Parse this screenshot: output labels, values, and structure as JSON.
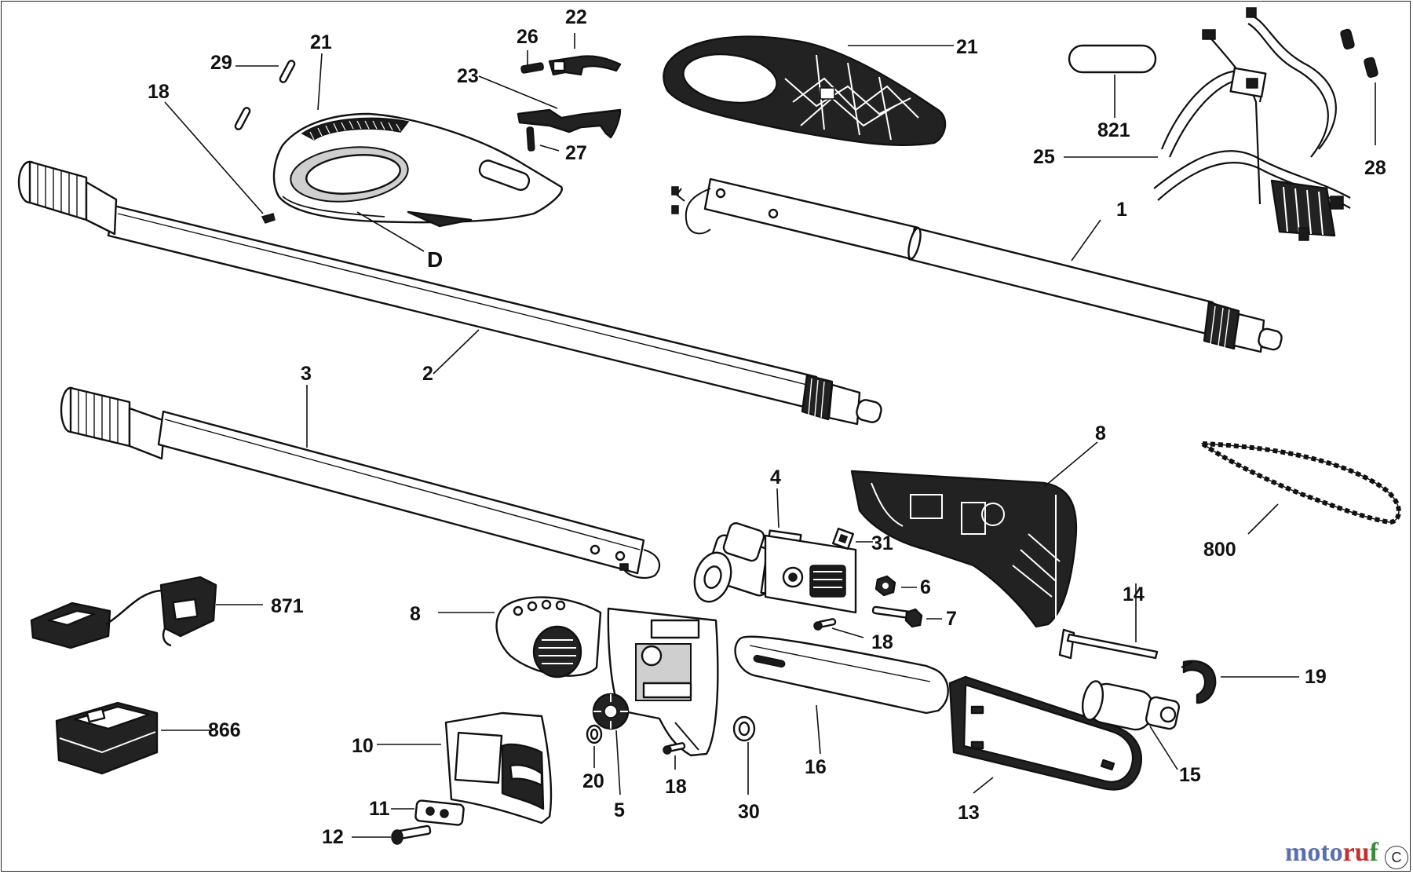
{
  "labels": {
    "l1": "1",
    "l2": "2",
    "l3": "3",
    "l4": "4",
    "l5": "5",
    "l6": "6",
    "l7": "7",
    "l8a": "8",
    "l8b": "8",
    "l10": "10",
    "l11": "11",
    "l12": "12",
    "l13": "13",
    "l14": "14",
    "l15": "15",
    "l16": "16",
    "l18a": "18",
    "l18b": "18",
    "l18c": "18",
    "l19": "19",
    "l20": "20",
    "l21a": "21",
    "l21b": "21",
    "l22": "22",
    "l23": "23",
    "l25": "25",
    "l26": "26",
    "l27": "27",
    "l28": "28",
    "l29": "29",
    "l30": "30",
    "l31": "31",
    "l800": "800",
    "l821": "821",
    "l866": "866",
    "l871": "871",
    "lD": "D"
  },
  "watermark": {
    "part1": "moto",
    "part2": "ru",
    "part3": "f"
  },
  "corner_mark": "C"
}
